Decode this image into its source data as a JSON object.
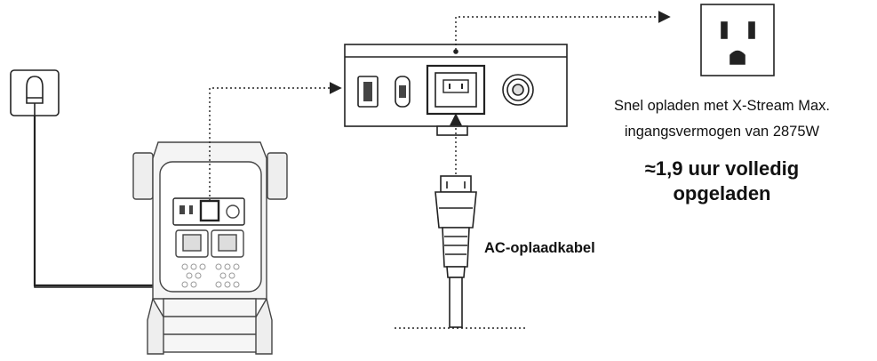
{
  "annotations": {
    "fast_charge_line1": "Snel opladen met X-Stream Max.",
    "fast_charge_line2": "ingangsvermogen van 2875W",
    "duration_line1": "≈1,9 uur volledig",
    "duration_line2": "opgeladen",
    "cable_label": "AC-oplaadkabel"
  },
  "icons": {
    "wall_socket": "us-wall-outlet-icon",
    "wall_plug": "wall-plug-icon",
    "ac_plug": "iec-ac-plug-icon",
    "power_station": "power-station-icon"
  },
  "colors": {
    "line": "#222222",
    "fill": "#ffffff",
    "shade": "#e6e6e6"
  }
}
